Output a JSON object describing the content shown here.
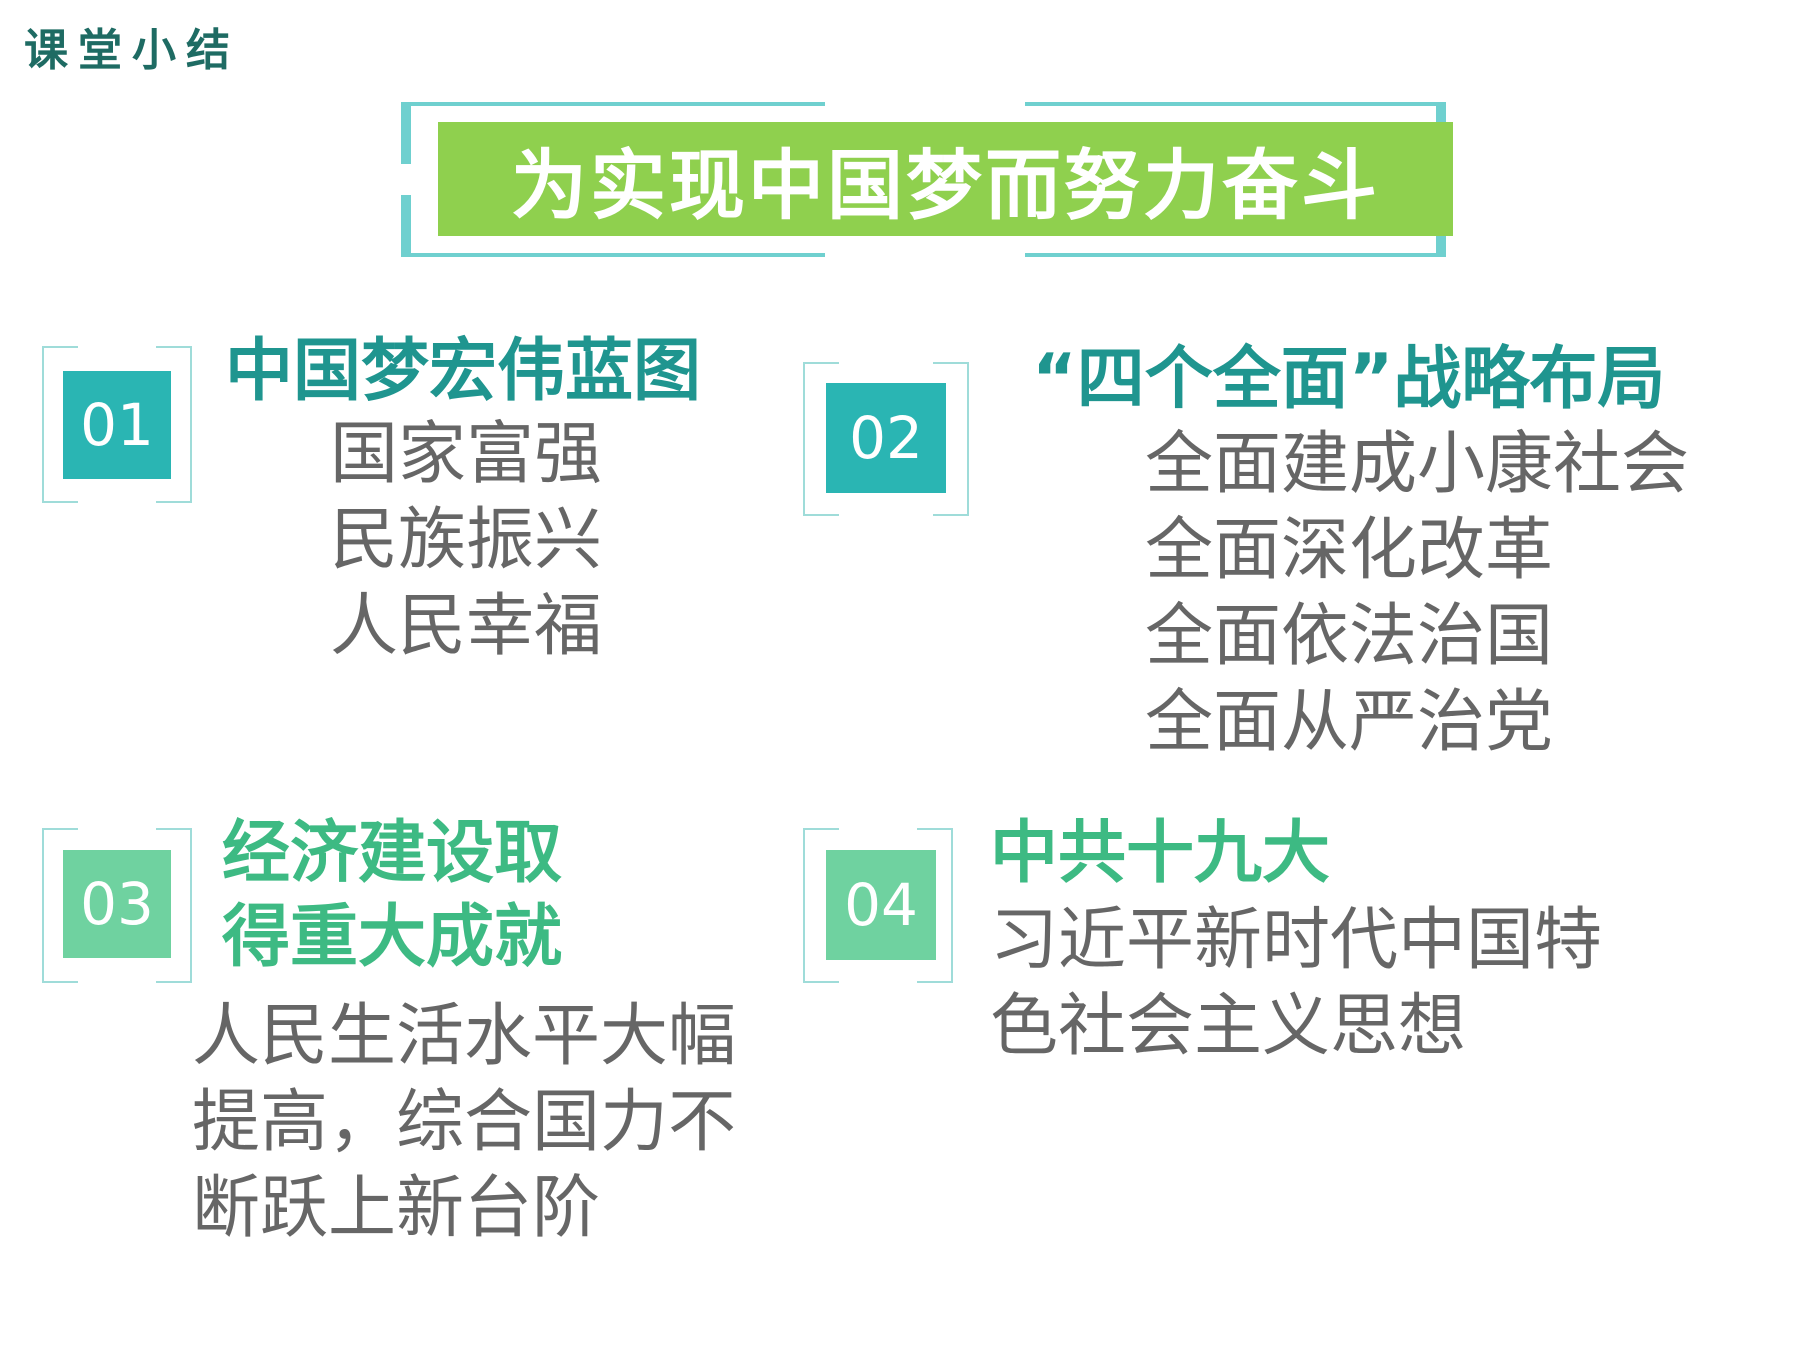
{
  "header": {
    "label": "课堂小结"
  },
  "title": "为实现中国梦而努力奋斗",
  "colors": {
    "frame": "#6fd0cf",
    "title_bg": "#8fd04e",
    "teal": "#2ab5b3",
    "green": "#6fd2a0",
    "text_gray": "#666666"
  },
  "sections": [
    {
      "number": "01",
      "heading": [
        "中国梦宏伟蓝图"
      ],
      "items": [
        "国家富强",
        "民族振兴",
        "人民幸福"
      ]
    },
    {
      "number": "02",
      "heading": [
        "“四个全面”战略布局"
      ],
      "items": [
        "全面建成小康社会",
        "全面深化改革",
        "全面依法治国",
        "全面从严治党"
      ]
    },
    {
      "number": "03",
      "heading": [
        "经济建设取",
        "得重大成就"
      ],
      "items": [
        "人民生活水平大幅",
        "提高，综合国力不",
        "断跃上新台阶"
      ]
    },
    {
      "number": "04",
      "heading": [
        "中共十九大"
      ],
      "items": [
        "习近平新时代中国特",
        "色社会主义思想"
      ]
    }
  ]
}
